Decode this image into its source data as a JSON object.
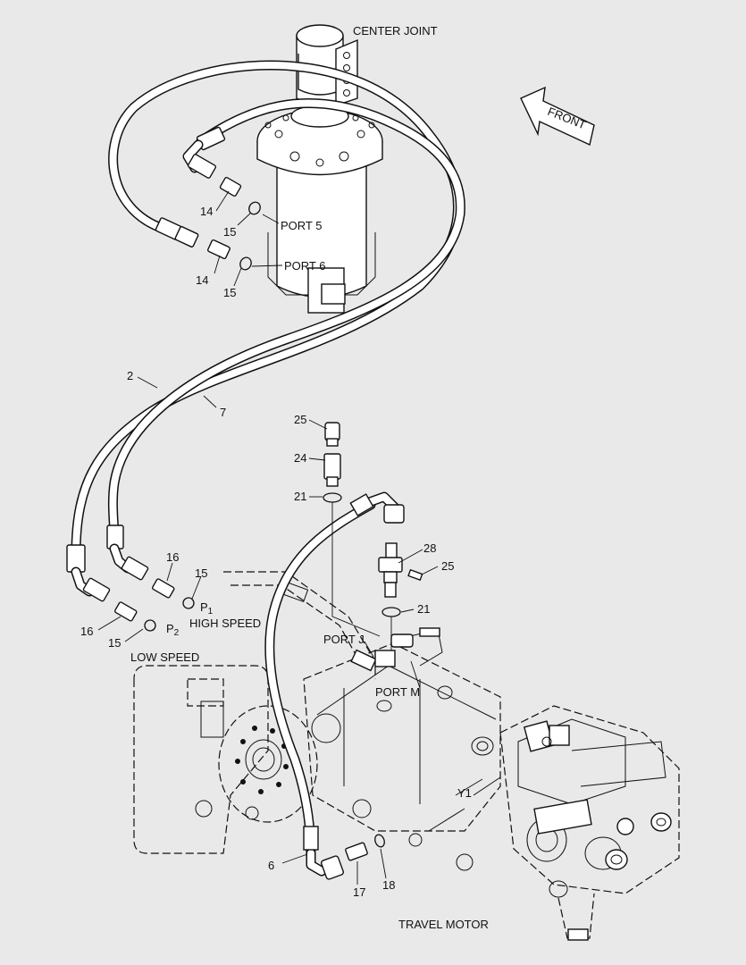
{
  "labels": {
    "center_joint": "CENTER JOINT",
    "front": "FRONT",
    "port_5": "PORT 5",
    "port_6": "PORT 6",
    "port_j": "PORT J",
    "port_m": "PORT M",
    "high_speed": "HIGH SPEED",
    "low_speed": "LOW SPEED",
    "travel_motor": "TRAVEL MOTOR",
    "y1": "Y1",
    "p1": "P",
    "p1_sub": "1",
    "p2": "P",
    "p2_sub": "2"
  },
  "callouts": {
    "c14a": "14",
    "c15a": "15",
    "c14b": "14",
    "c15b": "15",
    "c2": "2",
    "c7": "7",
    "c25a": "25",
    "c24": "24",
    "c21a": "21",
    "c28": "28",
    "c25b": "25",
    "c21b": "21",
    "c16a": "16",
    "c15c": "15",
    "c16b": "16",
    "c15d": "15",
    "c6": "6",
    "c17": "17",
    "c18": "18"
  }
}
